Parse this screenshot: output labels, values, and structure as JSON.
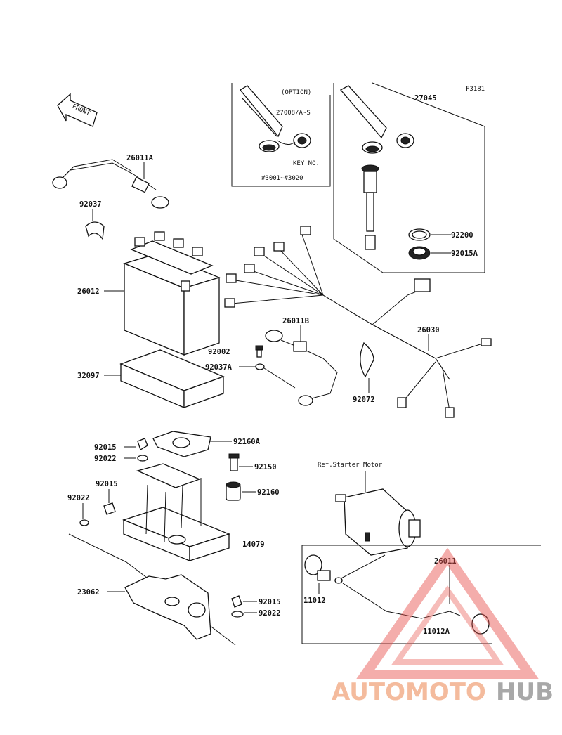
{
  "diagram": {
    "figure_code": "F3181",
    "front_label": "FRONT",
    "option_box": {
      "title": "(OPTION)",
      "part": "27008/A~S",
      "key_no_label": "KEY NO.",
      "key_range": "#3001~#3020"
    },
    "ref_label": "Ref.Starter Motor",
    "parts": {
      "p27045": "27045",
      "p92200": "92200",
      "p92015A": "92015A",
      "p26011A": "26011A",
      "p92037": "92037",
      "p26012": "26012",
      "p32097": "32097",
      "p26011B": "26011B",
      "p92002": "92002",
      "p92037A": "92037A",
      "p92072": "92072",
      "p26030": "26030",
      "p92015_a": "92015",
      "p92022_a": "92022",
      "p92160A": "92160A",
      "p92150": "92150",
      "p92015_b": "92015",
      "p92160": "92160",
      "p92022_b": "92022",
      "p14079": "14079",
      "p23062": "23062",
      "p92015_c": "92015",
      "p92022_c": "92022",
      "p26011": "26011",
      "p11012": "11012",
      "p11012A": "11012A"
    }
  },
  "watermark": {
    "brand_part1": "AUTOMOTO",
    "brand_part2": "HUB",
    "color_accent": "#e8504a",
    "color_gray": "#9a9a9a"
  }
}
